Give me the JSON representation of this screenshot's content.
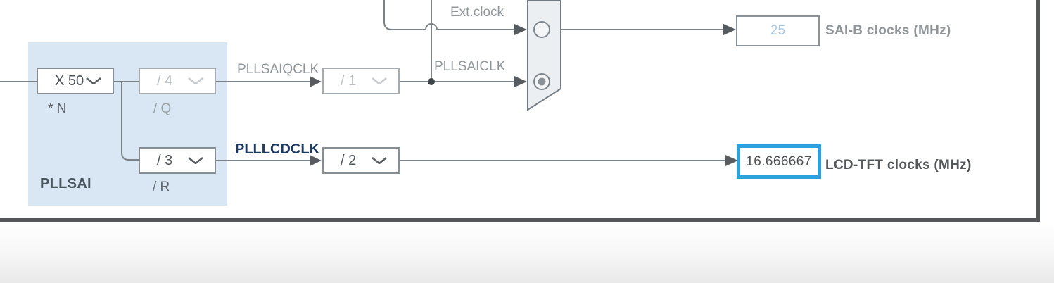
{
  "pllsai": {
    "title": "PLLSAI",
    "mul_value": "X 50",
    "mul_label": "* N",
    "q_value": "/ 4",
    "q_label": "/ Q",
    "r_value": "/ 3",
    "r_label": "/ R"
  },
  "signals": {
    "pllsaiqclk": "PLLSAIQCLK",
    "pllsaiclk": "PLLSAICLK",
    "plllcdclk": "PLLLCDCLK",
    "ext_clock": "Ext.clock"
  },
  "dividers": {
    "sai": "/ 1",
    "lcd": "/ 2"
  },
  "mux": {
    "options": [
      "Ext.clock",
      "PLLSAICLK"
    ],
    "selected": "PLLSAICLK"
  },
  "outputs": {
    "sai_b": {
      "value": "25",
      "label": "SAI-B clocks (MHz)"
    },
    "lcd_tft": {
      "value": "16.666667",
      "label": "LCD-TFT clocks (MHz)"
    }
  },
  "colors": {
    "highlight_border": "#2ba2dd",
    "block_bg": "#d9e7f5",
    "muted_value_text": "#a9cbe7",
    "panel_border": "#54585a",
    "wire": "#7b8288",
    "navy_signal_text": "#1c3a62"
  }
}
